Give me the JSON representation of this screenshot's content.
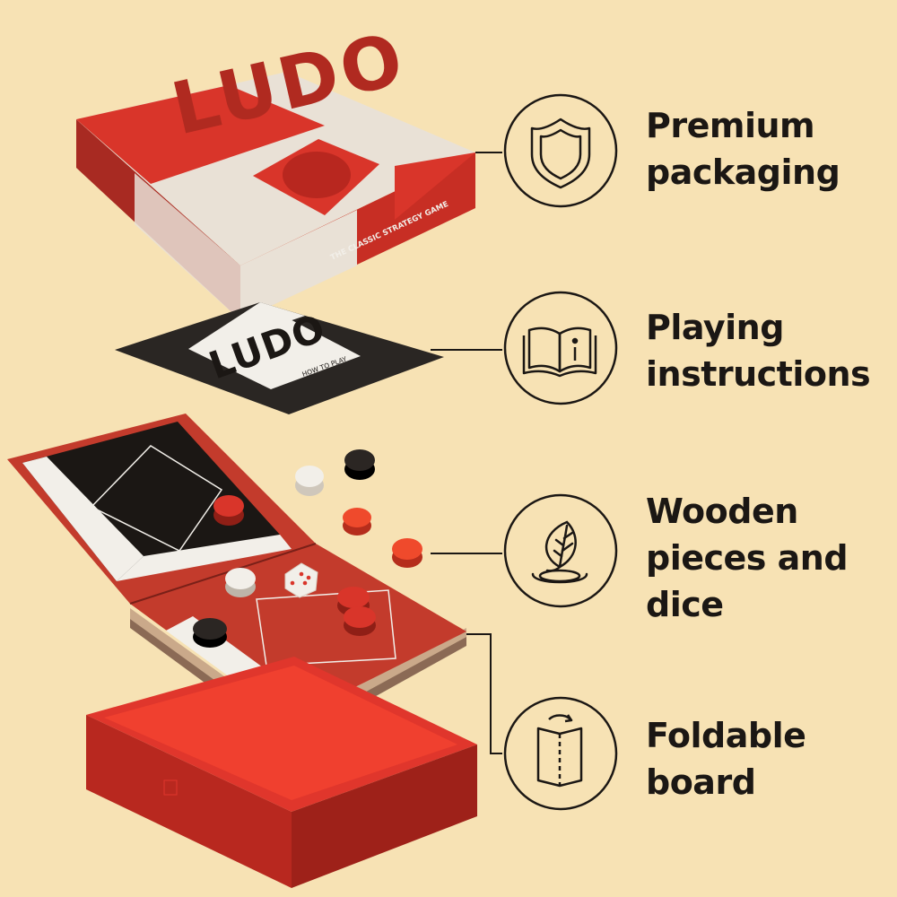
{
  "product": {
    "title": "LUDO",
    "tagline": "THE CLASSIC STRATEGY GAME",
    "instructions_caption": "HOW TO PLAY",
    "colors": {
      "background": "#f7e2b4",
      "brand_red": "#d9352a",
      "dark_red": "#a82a22",
      "cream": "#e9e1d6",
      "black": "#1b1714"
    }
  },
  "features": [
    {
      "icon": "shield-icon",
      "lines": [
        "Premium",
        "packaging"
      ]
    },
    {
      "icon": "open-book-info-icon",
      "lines": [
        "Playing",
        "instructions"
      ]
    },
    {
      "icon": "leaf-icon",
      "lines": [
        "Wooden",
        "pieces and",
        "dice"
      ]
    },
    {
      "icon": "folding-board-icon",
      "lines": [
        "Foldable",
        "board"
      ]
    }
  ]
}
